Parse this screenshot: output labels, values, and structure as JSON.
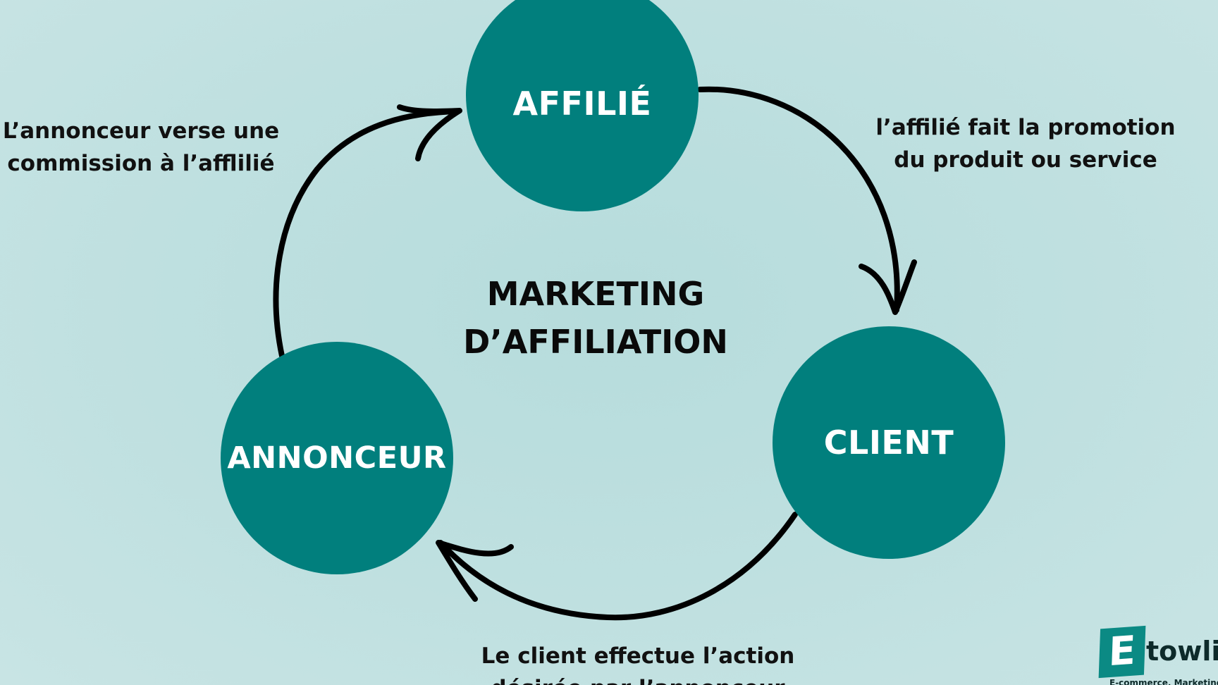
{
  "diagram": {
    "title_line1": "MARKETING",
    "title_line2": "D’AFFILIATION",
    "nodes": {
      "affilie": "AFFILIÉ",
      "client": "CLIENT",
      "annonceur": "ANNONCEUR"
    },
    "steps": {
      "affilie_to_client": {
        "line1": "l’affilié fait la promotion",
        "line2": "du produit ou service"
      },
      "client_to_annonceur": {
        "line1": "Le client effectue l’action",
        "line2": "désirée par l’annonceur"
      },
      "annonceur_to_affilie": {
        "line1": "L’annonceur verse une",
        "line2": "commission à l’afflilié"
      }
    },
    "colors": {
      "node_fill": "#017f7d",
      "background": "#bfe0e0",
      "arrow": "#000000"
    }
  },
  "logo": {
    "letter": "E",
    "word": "towli",
    "tagline": "E-commerce, Marketing"
  }
}
